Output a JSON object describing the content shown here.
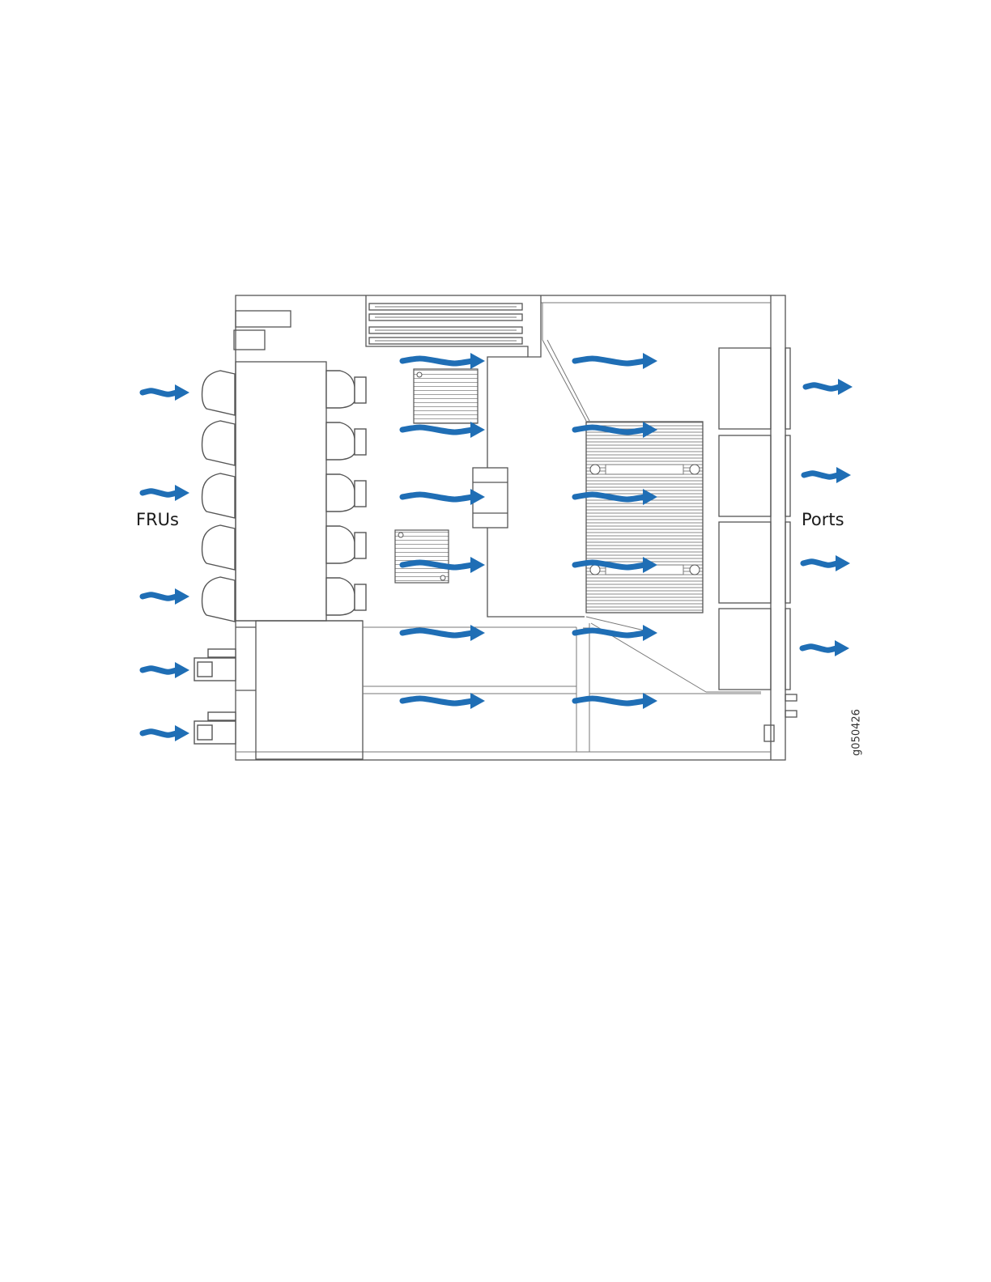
{
  "labels": {
    "intake": "FRUs",
    "exhaust": "Ports",
    "figure_id": "g050426"
  },
  "colors": {
    "airflow_arrow": "#1f6eb5",
    "line": "#555555"
  },
  "icons": {
    "airflow": "wavy-arrow-right-icon"
  }
}
